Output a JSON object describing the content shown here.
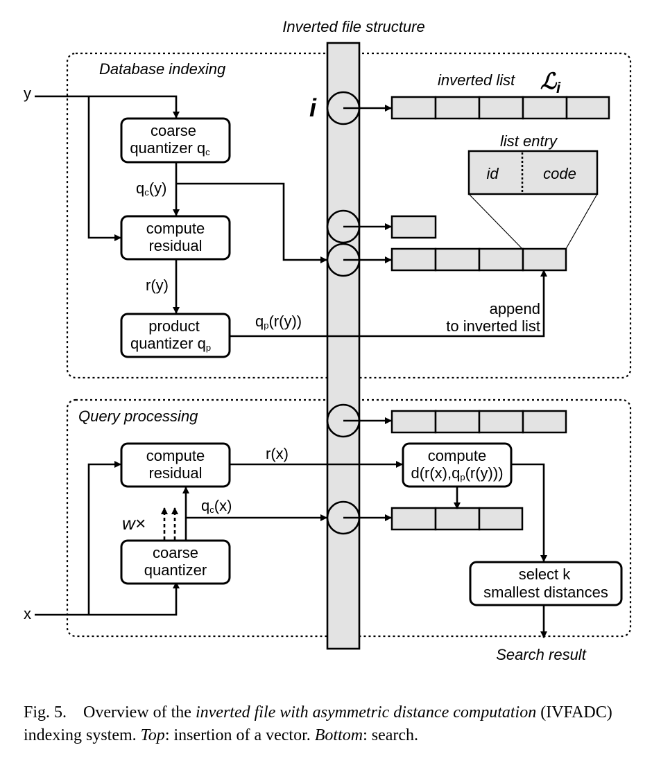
{
  "title": "Inverted file structure",
  "sections": {
    "indexing": "Database indexing",
    "query": "Query processing"
  },
  "inputs": {
    "y": "y",
    "x": "x"
  },
  "indexing": {
    "coarse_quantizer": [
      "coarse",
      "quantizer q",
      "c"
    ],
    "compute_residual": [
      "compute",
      "residual"
    ],
    "product_quantizer": [
      "product",
      "quantizer q",
      "p"
    ],
    "qc_y": [
      "q",
      "c",
      "(y)"
    ],
    "r_y": "r(y)",
    "qp_ry": [
      "q",
      "p",
      "(r(y))"
    ],
    "append": [
      "append",
      "to inverted list"
    ]
  },
  "inverted": {
    "index_label": "i",
    "list_label": "inverted list",
    "list_symbol": "ℒ",
    "list_subscript": "i",
    "entry_label": "list entry",
    "entry_id": "id",
    "entry_code": "code"
  },
  "query": {
    "compute_residual": [
      "compute",
      "residual"
    ],
    "coarse_quantizer": [
      "coarse",
      "quantizer"
    ],
    "r_x": "r(x)",
    "qc_x": [
      "q",
      "c",
      "(x)"
    ],
    "w_times": "w×",
    "compute_distance": [
      "compute",
      "d(r(x),q",
      "p",
      "(r(y)))"
    ],
    "select": [
      "select k",
      "smallest distances"
    ],
    "result": "Search result"
  },
  "caption": {
    "fig": "Fig. 5.",
    "text1": "Overview of the",
    "italic1": "inverted file with asymmetric distance computation",
    "text2": "(IVFADC) indexing system.",
    "italic2": "Top",
    "text3": ": insertion of a vector.",
    "italic3": "Bottom",
    "text4": ": search."
  }
}
